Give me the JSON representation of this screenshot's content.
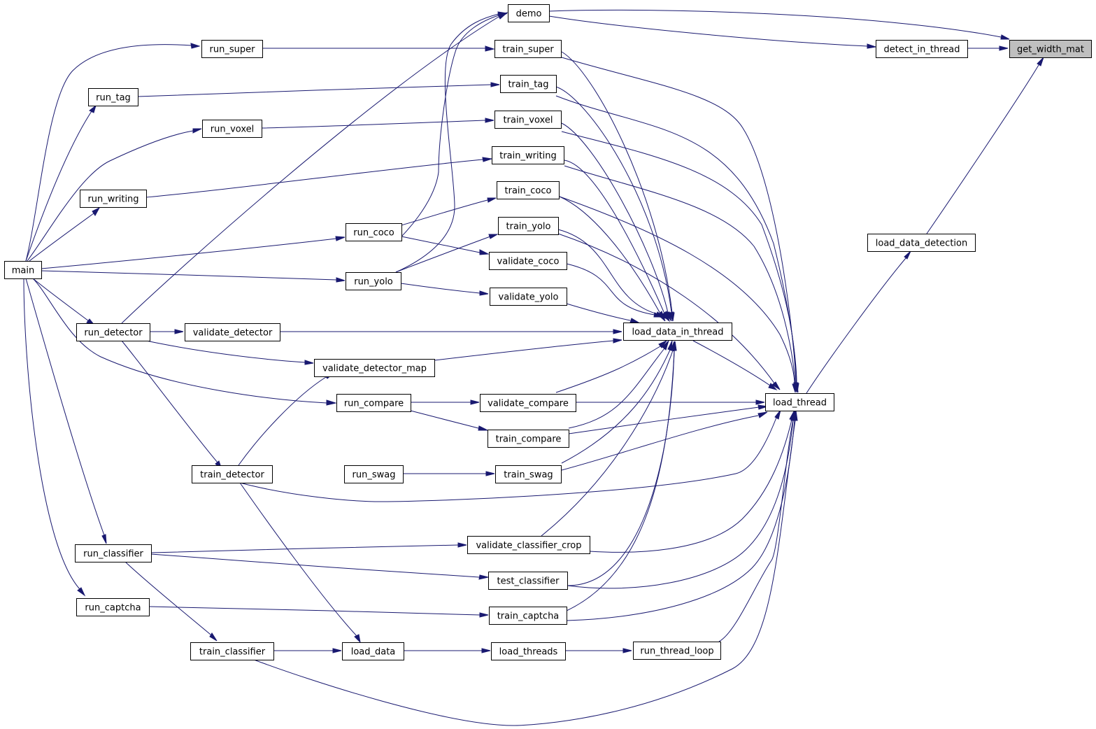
{
  "colors": {
    "edge": "#191970",
    "highlight_fill": "#bfbfbf",
    "node_border": "#000000"
  },
  "nodes": {
    "get_width_mat": "get_width_mat",
    "demo": "demo",
    "detect_in_thread": "detect_in_thread",
    "load_data_detection": "load_data_detection",
    "load_thread": "load_thread",
    "load_data_in_thread": "load_data_in_thread",
    "run_thread_loop": "run_thread_loop",
    "train_super": "train_super",
    "train_tag": "train_tag",
    "train_voxel": "train_voxel",
    "train_writing": "train_writing",
    "train_coco": "train_coco",
    "train_yolo": "train_yolo",
    "validate_coco": "validate_coco",
    "validate_yolo": "validate_yolo",
    "validate_compare": "validate_compare",
    "train_compare": "train_compare",
    "train_swag": "train_swag",
    "validate_classifier_crop": "validate_classifier_crop",
    "test_classifier": "test_classifier",
    "train_captcha": "train_captcha",
    "load_threads": "load_threads",
    "run_super": "run_super",
    "run_voxel": "run_voxel",
    "run_coco": "run_coco",
    "run_yolo": "run_yolo",
    "validate_detector": "validate_detector",
    "validate_detector_map": "validate_detector_map",
    "run_compare": "run_compare",
    "run_swag": "run_swag",
    "load_data": "load_data",
    "run_tag": "run_tag",
    "run_writing": "run_writing",
    "run_detector": "run_detector",
    "train_detector": "train_detector",
    "run_classifier": "run_classifier",
    "run_captcha": "run_captcha",
    "train_classifier": "train_classifier",
    "main": "main"
  }
}
